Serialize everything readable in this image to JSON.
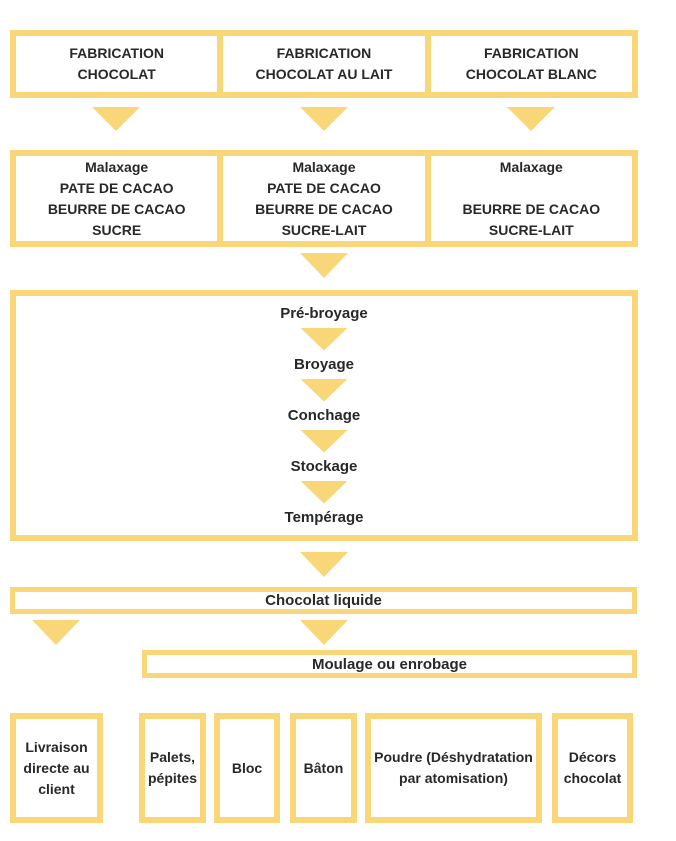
{
  "title": "Fabrication du chocolat - flowchart",
  "colors": {
    "accent": "#F9D678",
    "text": "#282828",
    "background": "#FFFFFF"
  },
  "fabrication_row": {
    "cells": [
      {
        "lines": [
          "FABRICATION",
          "CHOCOLAT"
        ]
      },
      {
        "lines": [
          "FABRICATION",
          "CHOCOLAT AU LAIT"
        ]
      },
      {
        "lines": [
          "FABRICATION",
          "CHOCOLAT BLANC"
        ]
      }
    ]
  },
  "malaxage_row": {
    "cells": [
      {
        "lines": [
          "Malaxage",
          "PATE DE CACAO",
          "BEURRE DE CACAO",
          "SUCRE"
        ]
      },
      {
        "lines": [
          "Malaxage",
          "PATE DE CACAO",
          "BEURRE DE CACAO",
          "SUCRE-LAIT"
        ]
      },
      {
        "lines": [
          "Malaxage",
          "",
          "BEURRE DE CACAO",
          "SUCRE-LAIT"
        ]
      }
    ]
  },
  "process_box": {
    "steps": [
      "Pré-broyage",
      "Broyage",
      "Conchage",
      "Stockage",
      "Tempérage"
    ]
  },
  "liquid_box": {
    "label": "Chocolat liquide"
  },
  "moulage_box": {
    "label": "Moulage ou enrobage"
  },
  "outputs_row": {
    "boxes": [
      {
        "lines": [
          "Livraison",
          "directe au",
          "client"
        ]
      },
      {
        "lines": [
          "Palets,",
          "pépites"
        ]
      },
      {
        "lines": [
          "Bloc"
        ]
      },
      {
        "lines": [
          "Bâton"
        ]
      },
      {
        "lines": [
          "Poudre (Déshydratation",
          "par atomisation)"
        ]
      },
      {
        "lines": [
          "Décors",
          "chocolat"
        ]
      }
    ]
  }
}
